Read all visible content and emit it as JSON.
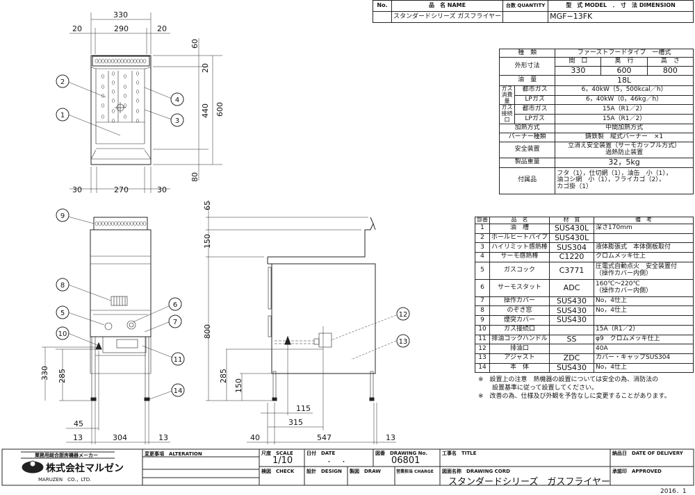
{
  "header": {
    "no": "No.",
    "name": "品　名 NAME",
    "quantity": "台数 QUANTITY",
    "model": "型　式 MODEL　．　寸　法 DIMENSION",
    "product": "スタンダードシリーズ ガスフライヤー",
    "model_value": "MGF−13FK"
  },
  "spec": {
    "type_label": "種　類",
    "type": "ファーストフードタイプ　一槽式",
    "dims_label": "外形寸法",
    "w_label": "間　口",
    "d_label": "奥　行",
    "h_label": "高　さ",
    "w": "330",
    "d": "600",
    "h": "800",
    "oil_label": "油　量",
    "oil": "18L",
    "gas_cons_label": "ガス消費量",
    "city_gas": "都市ガス",
    "lp_gas": "LPガス",
    "cons_city": "6，40kW（5，500kcal／h）",
    "cons_lp": "6，40kW（0，46kg／h）",
    "gas_conn_label": "ガス接続口",
    "conn_city": "15A（R1／2）",
    "conn_lp": "15A（R1／2）",
    "heat_label": "加熱方式",
    "heat": "中間加熱方式",
    "burner_label": "バーナー種類",
    "burner": "鋳鉄製　縦式バーナー　×1",
    "safety_label": "安全装置",
    "safety1": "立消え安全装置（サーモカップル方式）",
    "safety2": "過熱防止装置",
    "weight_label": "製品重量",
    "weight": "32，5kg",
    "acc_label": "付属品",
    "acc1": "フタ（1），仕切網（1），油缶　小（1），",
    "acc2": "油コシ網　小（1），フライカゴ（2），",
    "acc3": "カゴ掛（1）"
  },
  "parts": {
    "headers": [
      "部番",
      "品　名",
      "材　質",
      "備　考"
    ],
    "rows": [
      [
        "1",
        "油　槽",
        "SUS430L",
        "深さ170mm"
      ],
      [
        "2",
        "ホールヒートパイプ",
        "SUS430L",
        ""
      ],
      [
        "3",
        "ハイリミット感熱棒",
        "SUS304",
        "液体膨張式　本体側板取付"
      ],
      [
        "4",
        "サーモ感熱棒",
        "C1220",
        "クロムメッキ仕上"
      ],
      [
        "5",
        "ガスコック",
        "C3771",
        "圧電式自動点火　安全装置付",
        "（操作カバー内側）"
      ],
      [
        "6",
        "サーモスタット",
        "ADC",
        "160℃〜220℃",
        "（操作カバー内側）"
      ],
      [
        "7",
        "操作カバー",
        "SUS430",
        "No，4仕上"
      ],
      [
        "8",
        "のぞき窓",
        "SUS430",
        "No，4仕上"
      ],
      [
        "9",
        "煙突カバー",
        "SUS430",
        ""
      ],
      [
        "10",
        "ガス接続口",
        "",
        "15A（R1／2）"
      ],
      [
        "11",
        "排油コックハンドル",
        "SS",
        "φ9　クロムメッキ仕上"
      ],
      [
        "12",
        "排油口",
        "",
        "40A"
      ],
      [
        "13",
        "アジャスト",
        "ZDC",
        "カバー・キャップSUS304"
      ],
      [
        "14",
        "本　体",
        "SUS430",
        "No，4仕上"
      ]
    ]
  },
  "notes": [
    "※　設置上の注意　熱機器の設置については安全の為、消防法の",
    "設置基準に従って設置してください。",
    "※　改善の為、仕様及び外観を予告なしに変更することがあります。"
  ],
  "dims": {
    "plan": [
      "330",
      "20",
      "290",
      "20",
      "60",
      "20",
      "440",
      "600",
      "80",
      "30",
      "270",
      "30"
    ],
    "front": [
      "65",
      "150",
      "800",
      "330",
      "285",
      "45",
      "13",
      "304",
      "13"
    ],
    "side": [
      "285",
      "150",
      "115",
      "315",
      "40",
      "547",
      "13"
    ]
  },
  "callouts": [
    "1",
    "2",
    "3",
    "4",
    "5",
    "6",
    "7",
    "8",
    "9",
    "10",
    "11",
    "12",
    "13",
    "14"
  ],
  "title_block": {
    "maker": "業務用総合厨房機器メーカー",
    "company": "株式会社マルゼン",
    "company_en": "MARUZEN　CO.，LTD.",
    "alteration": "変更事項　ALTERATION",
    "scale_label": "尺度　SCALE",
    "scale": "1/10",
    "date_label": "日付　DATE",
    "date": "・　　・",
    "drawing_no_label": "図番　DRAWING No.",
    "drawing_no": "06801",
    "title_label": "工事名　TITLE",
    "delivery_label": "納品日　DATE OF DELIVERY",
    "check_label": "検図　CHECK",
    "design_label": "設計　DESIGN",
    "draw_label": "製図　DRAW",
    "charge_label": "営業担当 CHARGE",
    "cord_label": "図面名称　DRAWING CORD",
    "cord": "スタンダードシリーズ　ガスフライヤー",
    "approved_label": "承認印　APPROVED",
    "issue": "2016．1"
  }
}
